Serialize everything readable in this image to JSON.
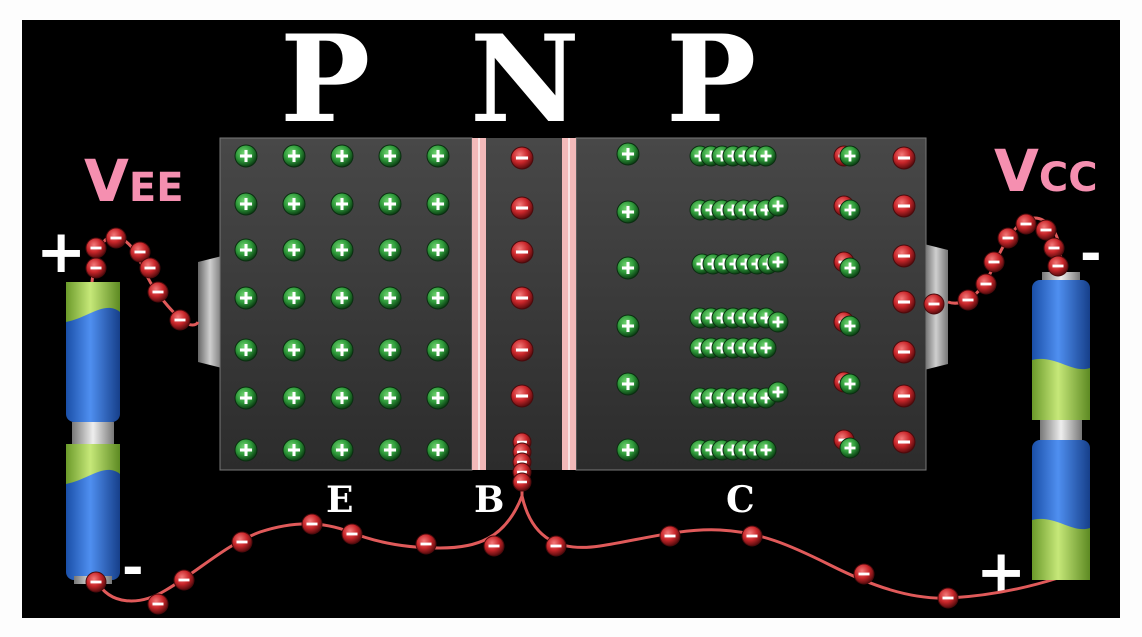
{
  "diagram": {
    "regions": [
      "P",
      "N",
      "P"
    ],
    "terminals": {
      "emitter": "E",
      "base": "B",
      "collector": "C"
    },
    "vee": {
      "main": "V",
      "sub": "EE"
    },
    "vcc": {
      "main": "V",
      "sub": "CC"
    },
    "left_battery": {
      "top_sign": "+",
      "bottom_sign": "-"
    },
    "right_battery": {
      "top_sign": "-",
      "bottom_sign": "+"
    },
    "hole_symbol": "+",
    "electron_symbol": "-"
  },
  "colors": {
    "background": "#000000",
    "semiconductor": "#3a3a3a",
    "hole": "#2e9a3a",
    "electron": "#c9262a",
    "wire": "#e05a5a",
    "label_pink": "#f58fb0",
    "battery_blue": "#2f6fd0",
    "battery_green": "#9ccc4a"
  }
}
